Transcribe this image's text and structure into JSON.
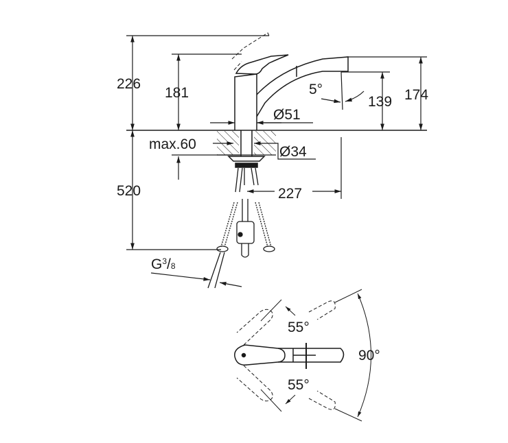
{
  "dimensions": {
    "total_height": "226",
    "lever_height": "181",
    "spout_height": "174",
    "spout_outlet_height": "139",
    "spout_angle": "5°",
    "body_diameter": "Ø51",
    "max_deck_thickness": "max.60",
    "hole_diameter": "Ø34",
    "hose_length": "520",
    "spout_reach": "227",
    "connection_thread": "G",
    "thread_num": "3",
    "thread_den": "8",
    "lever_angle_top": "55°",
    "lever_angle_bottom": "55°",
    "spout_swivel": "90°"
  },
  "colors": {
    "line": "#1a1a1a",
    "background": "#ffffff"
  }
}
